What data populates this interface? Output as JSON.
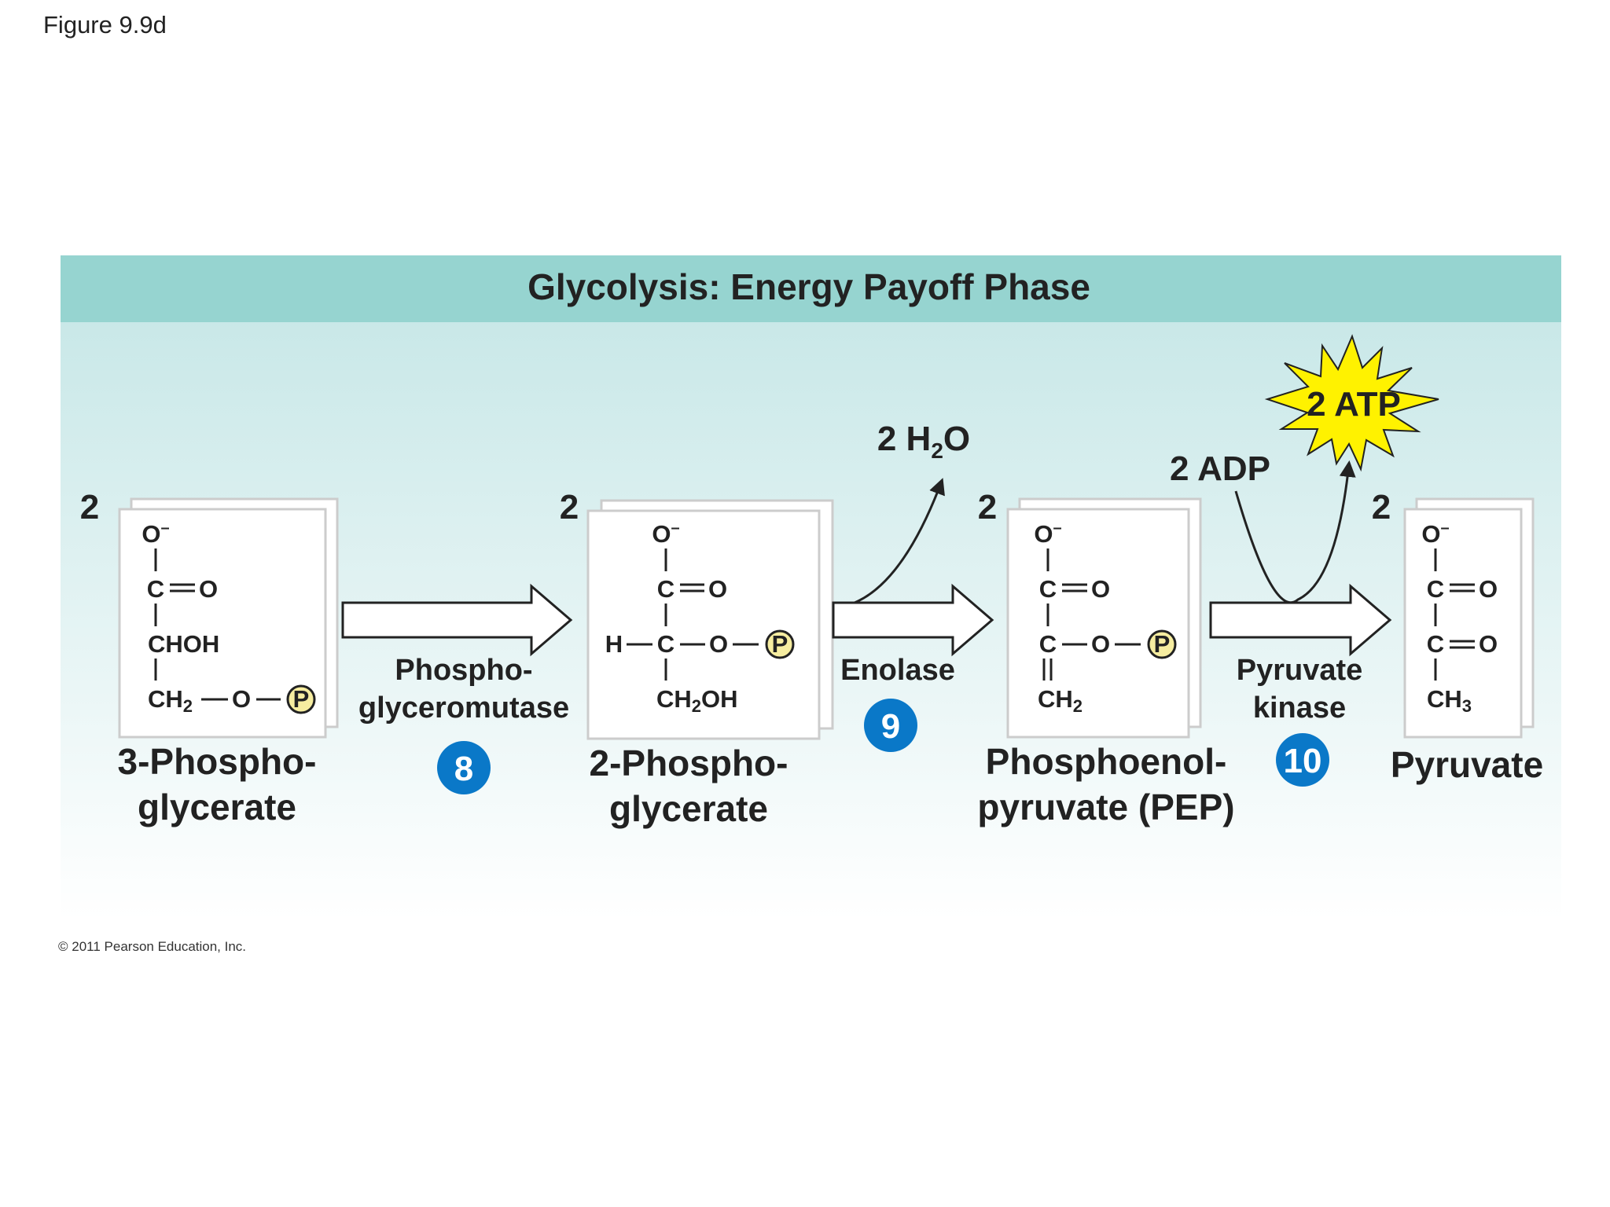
{
  "figure_label": "Figure 9.9d",
  "title": "Glycolysis: Energy Payoff Phase",
  "copyright": "© 2011 Pearson Education, Inc.",
  "colors": {
    "band": "#96D4D0",
    "panel_top": "#C9E8E8",
    "panel_bottom": "#FFFFFF",
    "step_badge": "#0A78C8",
    "phosphate_fill": "#F6EDA0",
    "starburst": "#FFF200"
  },
  "molecules": [
    {
      "coefficient": "2",
      "name_line1": "3-Phospho-",
      "name_line2": "glycerate",
      "atoms": {
        "o_minus": "O",
        "charge": "–",
        "c1": "C",
        "o1": "O",
        "mid": "CHOH",
        "bottom": "CH",
        "bottom_sub": "2",
        "o_link": "O",
        "phosphate": "P"
      }
    },
    {
      "coefficient": "2",
      "name_line1": "2-Phospho-",
      "name_line2": "glycerate",
      "atoms": {
        "o_minus": "O",
        "charge": "–",
        "c1": "C",
        "o1": "O",
        "h": "H",
        "c2": "C",
        "o_link": "O",
        "phosphate": "P",
        "bottom": "CH",
        "bottom_sub": "2",
        "bottom_tail": "OH"
      }
    },
    {
      "coefficient": "2",
      "name_line1": "Phosphoenol-",
      "name_line2": "pyruvate (PEP)",
      "atoms": {
        "o_minus": "O",
        "charge": "–",
        "c1": "C",
        "o1": "O",
        "c2": "C",
        "o_link": "O",
        "phosphate": "P",
        "bottom": "CH",
        "bottom_sub": "2"
      }
    },
    {
      "coefficient": "2",
      "name_line1": "Pyruvate",
      "atoms": {
        "o_minus": "O",
        "charge": "–",
        "c1": "C",
        "o1": "O",
        "c2": "C",
        "o2": "O",
        "bottom": "CH",
        "bottom_sub": "3"
      }
    }
  ],
  "steps": [
    {
      "number": "8",
      "enzyme_line1": "Phospho-",
      "enzyme_line2": "glyceromutase"
    },
    {
      "number": "9",
      "enzyme_line1": "Enolase",
      "byproduct": "2 H",
      "byproduct_sub": "2",
      "byproduct_tail": "O"
    },
    {
      "number": "10",
      "enzyme_line1": "Pyruvate",
      "enzyme_line2": "kinase",
      "input": "2 ADP",
      "output": "2 ATP"
    }
  ]
}
